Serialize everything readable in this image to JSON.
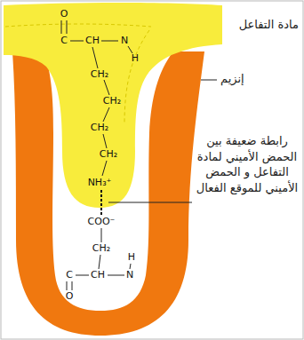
{
  "diagram": {
    "labels": [
      "O",
      "C",
      "CH",
      "N",
      "H",
      "CH₂",
      "CH₂",
      "CH₂",
      "CH₂",
      "NH₃⁺",
      "COO⁻",
      "CH₂",
      "H",
      "C",
      "CH",
      "N",
      "O",
      "مادة التفاعل",
      "إنزيم",
      "رابطة ضعيفة بين الحمض الأميني لمادة التفاعل و الحمض الأميني للموقع الفعال"
    ]
  }
}
